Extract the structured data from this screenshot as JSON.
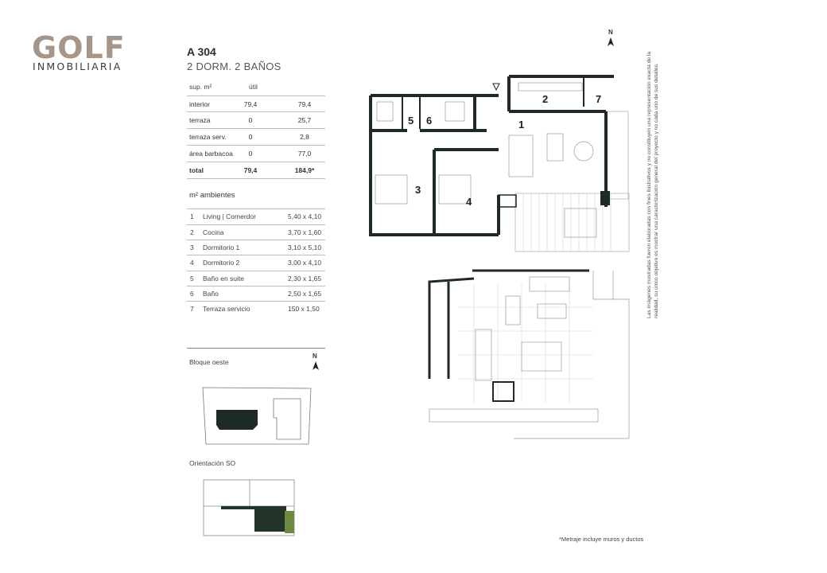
{
  "brand": {
    "name": "GOLF",
    "subtitle": "INMOBILIARIA"
  },
  "unit": {
    "code": "A 304",
    "description": "2 DORM. 2 BAÑOS"
  },
  "areas": {
    "headers": [
      "sup. m²",
      "útil"
    ],
    "rows": [
      {
        "label": "interior",
        "util": "79,4",
        "total": "79,4"
      },
      {
        "label": "terraza",
        "util": "0",
        "total": "25,7"
      },
      {
        "label": "terraza serv.",
        "util": "0",
        "total": "2,8"
      },
      {
        "label": "área barbacoa",
        "util": "0",
        "total": "77,0"
      },
      {
        "label": "total",
        "util": "79,4",
        "total": "184,9*"
      }
    ]
  },
  "rooms": {
    "title": "m² ambientes",
    "items": [
      {
        "n": "1",
        "name": "Living | Comerdor",
        "dims": "5,40 x 4,10"
      },
      {
        "n": "2",
        "name": "Cocina",
        "dims": "3,70 x 1,60"
      },
      {
        "n": "3",
        "name": "Dormitorio 1",
        "dims": "3,10 x 5,10"
      },
      {
        "n": "4",
        "name": "Dormitorio 2",
        "dims": "3,00 x 4,10"
      },
      {
        "n": "5",
        "name": "Baño en suite",
        "dims": "2,30 x 1,65"
      },
      {
        "n": "6",
        "name": "Baño",
        "dims": "2,50 x 1,65"
      },
      {
        "n": "7",
        "name": "Terraza servicio",
        "dims": "150 x 1,50"
      }
    ]
  },
  "site": {
    "block_label": "Bloque oeste",
    "orientation_label": "Orientación SO",
    "north": "N"
  },
  "plan": {
    "north": "N",
    "labels": [
      "1",
      "2",
      "3",
      "4",
      "5",
      "6",
      "7"
    ]
  },
  "footnote": "*Metraje incluye muros y ductos",
  "disclaimer": "Las imágenes mostradas fueron elaboradas con fines ilustrativos y no constituyen una representación exacta de la realidad, su único objetivo es mostrar una caracterización general del proyecto y no cada uno de sus detalles.",
  "colors": {
    "wall": "#1f2a24",
    "accent": "#a6968a",
    "dark_green": "#23352b"
  }
}
